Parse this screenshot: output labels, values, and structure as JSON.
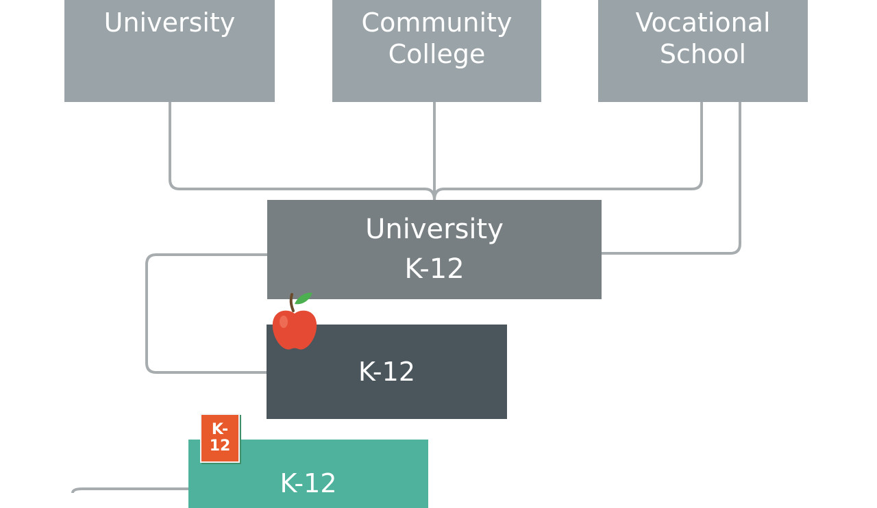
{
  "colors": {
    "top_box": "#9aa3a7",
    "mid_box": "#787f82",
    "dark_box": "#4b565c",
    "teal_box": "#4fb29d",
    "connector": "#a7acae",
    "badge": "#e85a2b",
    "apple": "#e54b34",
    "leaf": "#4caf50"
  },
  "nodes": {
    "university": {
      "lines": [
        "University"
      ]
    },
    "community_college": {
      "lines": [
        "Community",
        "College"
      ]
    },
    "vocational_school": {
      "lines": [
        "Vocational",
        "School"
      ]
    },
    "university_k12": {
      "lines": [
        "University",
        "K-12"
      ]
    },
    "k12_dark": {
      "lines": [
        "K-12"
      ]
    },
    "k12_teal": {
      "lines": [
        "K-12"
      ]
    }
  },
  "icons": {
    "apple": "apple-icon",
    "badge": "k12-book-icon"
  },
  "badge": {
    "lines": [
      "K-",
      "12"
    ]
  }
}
